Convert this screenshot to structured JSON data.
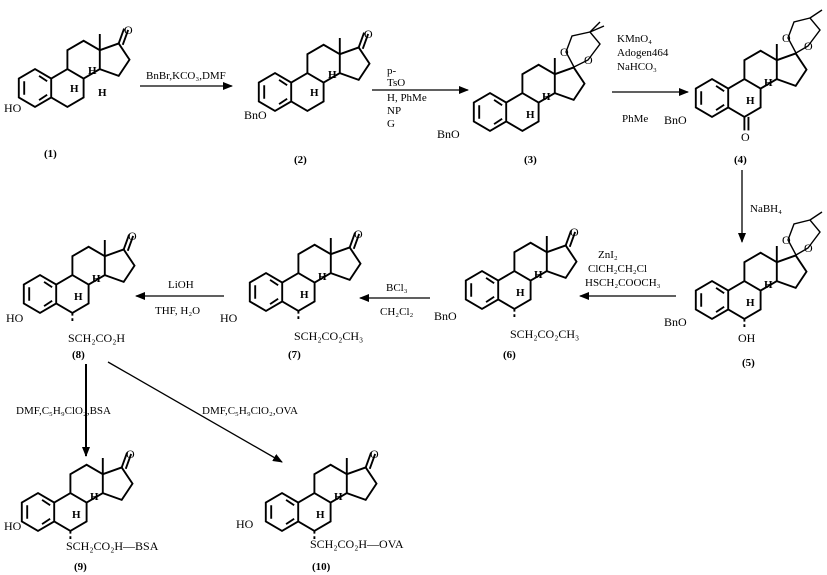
{
  "compound_labels": [
    "(1)",
    "(2)",
    "(3)",
    "(4)",
    "(5)",
    "(6)",
    "(7)",
    "(8)",
    "(9)",
    "(10)"
  ],
  "atoms": {
    "ketone_o": "O",
    "hydroxy": "HO",
    "benzyloxy": "BnO",
    "oh": "OH",
    "o": "O",
    "stereo_h": "H",
    "thioester_ethyl": "SCH₂CO₂CH₃",
    "thioacid": "SCH₂CO₂H",
    "bsa_conjugate": "SCH₂CO₂H—BSA",
    "ova_conjugate": "SCH₂CO₂H—OVA"
  },
  "reagents": {
    "step1": "BnBr,KCO₃,DMF",
    "step2": [
      "p-",
      "TsO",
      "H,  PhMe",
      "NP",
      "G"
    ],
    "step3": [
      "KMnO₄",
      "Adogen464",
      "NaHCO₃",
      "PhMe"
    ],
    "step4": "NaBH₄",
    "step5": [
      "ZnI₂",
      "ClCH₂CH₂Cl",
      "HSCH₂COOCH₃"
    ],
    "step6": [
      "BCl₃",
      "CH₂Cl₂"
    ],
    "step7": [
      "LiOH",
      "THF, H₂O"
    ],
    "step8": "DMF,C₅H₉ClO₂,BSA",
    "step9": "DMF,C₅H₉ClO₂,OVA"
  }
}
